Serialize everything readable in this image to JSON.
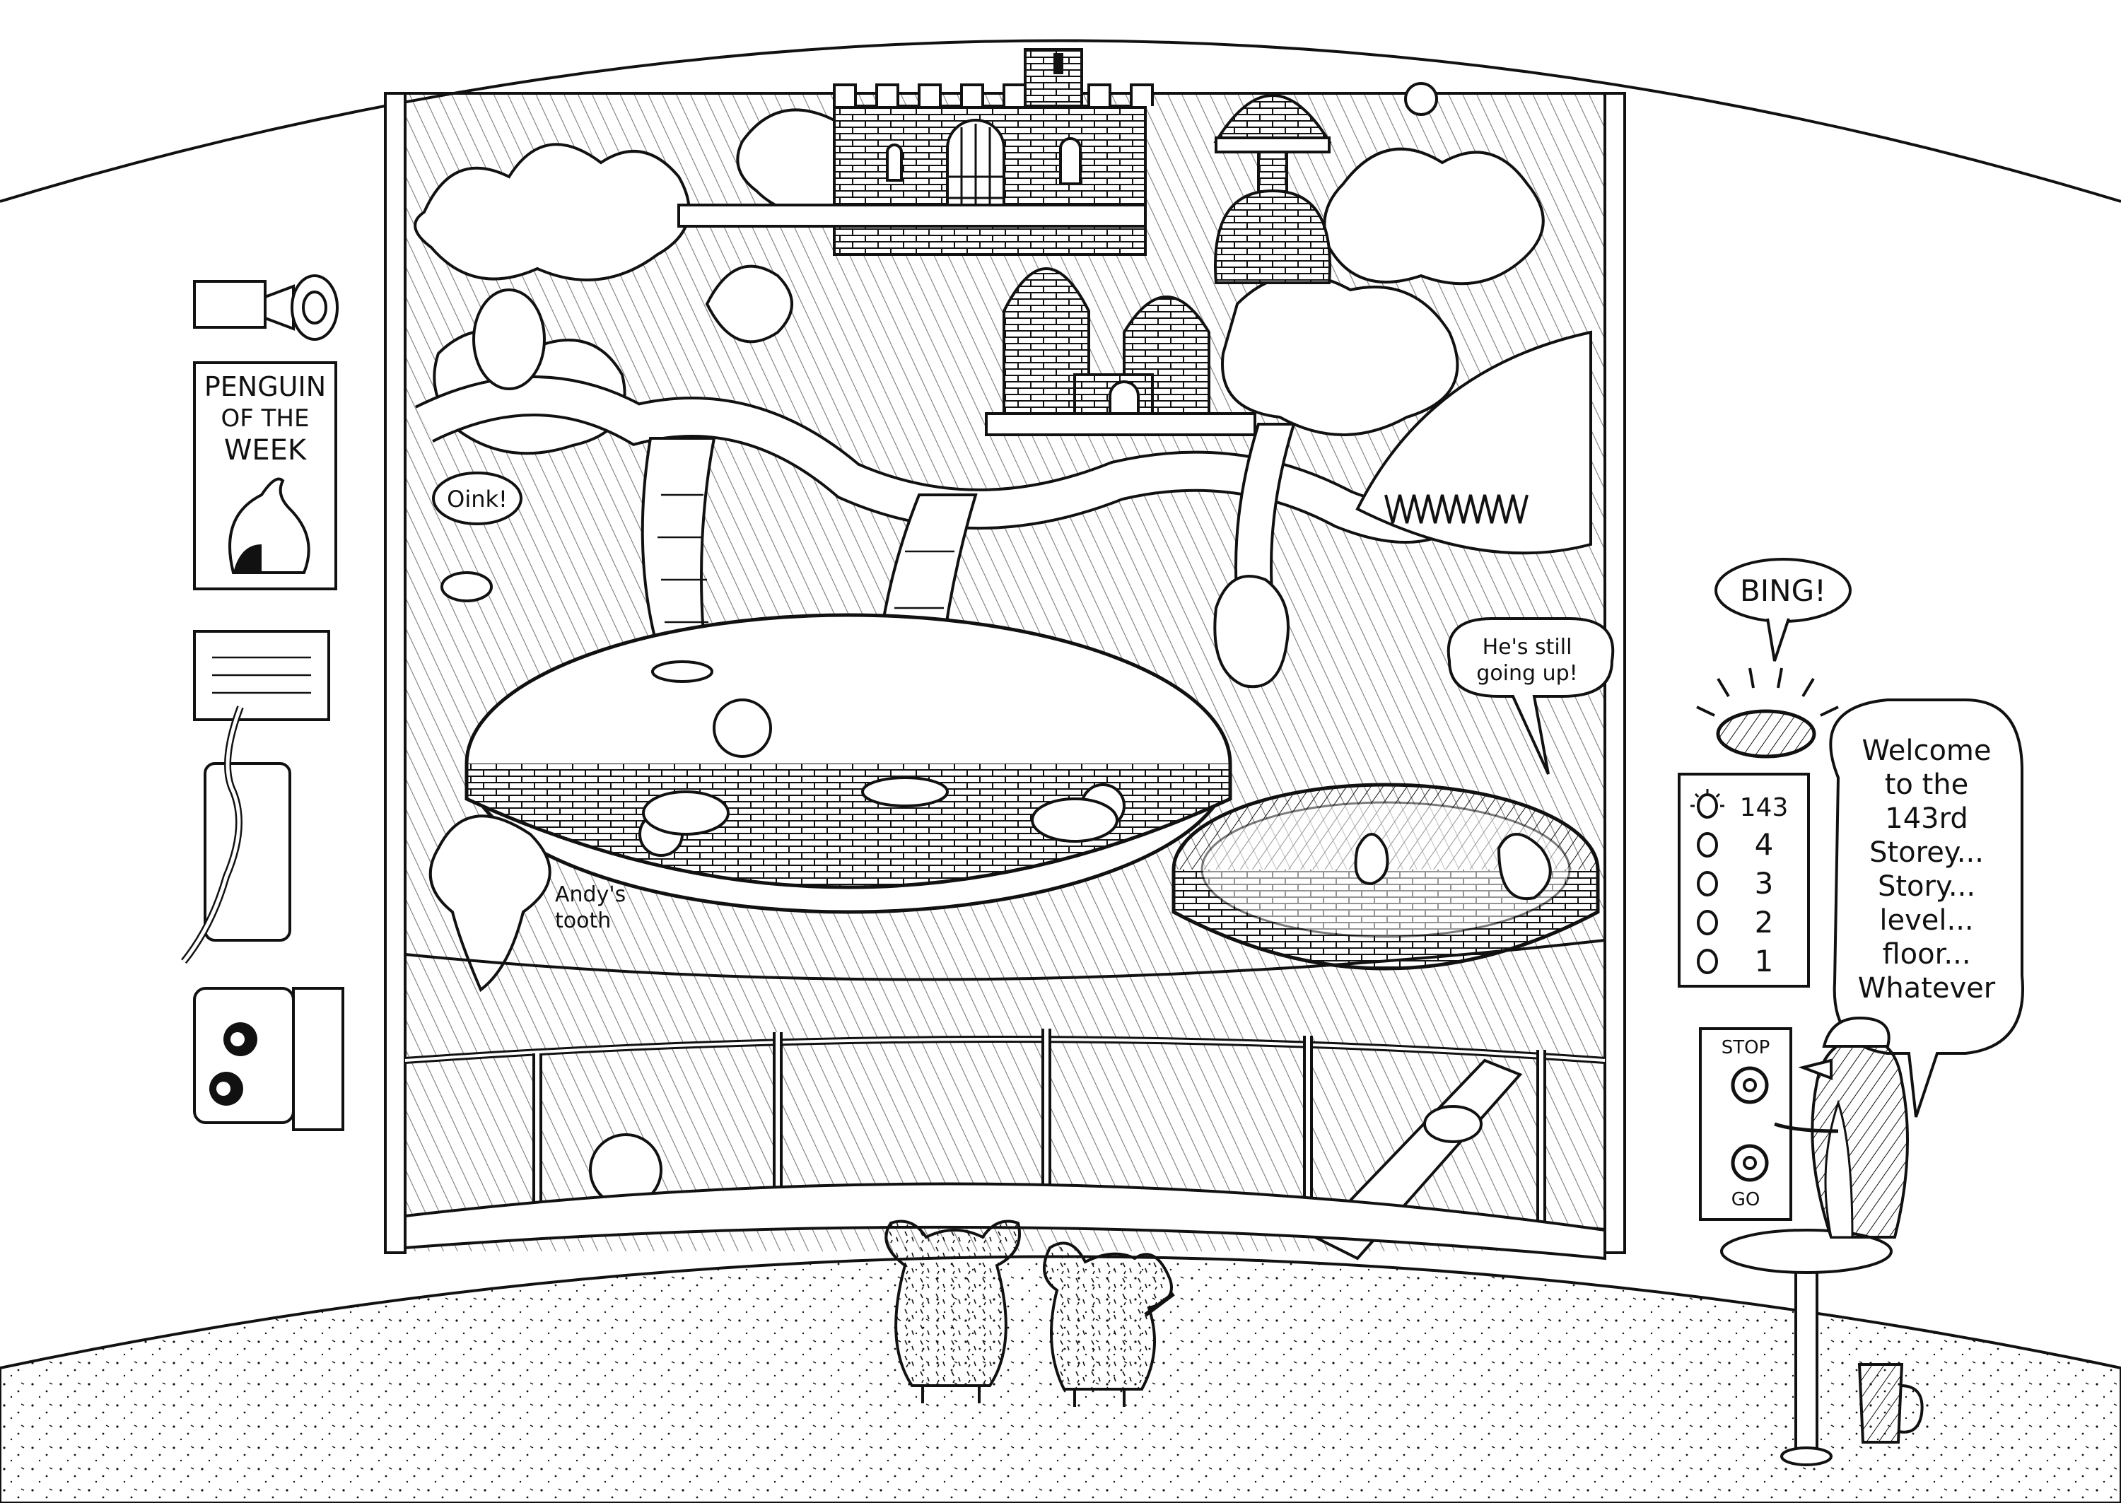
{
  "poster": {
    "line1": "PENGUIN",
    "line2": "OF THE",
    "line3": "WEEK"
  },
  "speech": {
    "oink": "Oink!",
    "bing": "BING!",
    "still_going_1": "He's still",
    "still_going_2": "going up!",
    "welcome": [
      "Welcome",
      "to the",
      "143rd",
      "Storey...",
      "Story...",
      "level...",
      "floor...",
      "Whatever"
    ]
  },
  "labels": {
    "tooth_1": "Andy's",
    "tooth_2": "tooth"
  },
  "floor_panel": {
    "floors": [
      "143",
      "4",
      "3",
      "2",
      "1"
    ],
    "lit_floor": "143"
  },
  "control_panel": {
    "stop_label": "STOP",
    "go_label": "GO"
  },
  "colors": {
    "ink": "#111111",
    "paper": "#ffffff",
    "ground": "#f4f4f0"
  }
}
